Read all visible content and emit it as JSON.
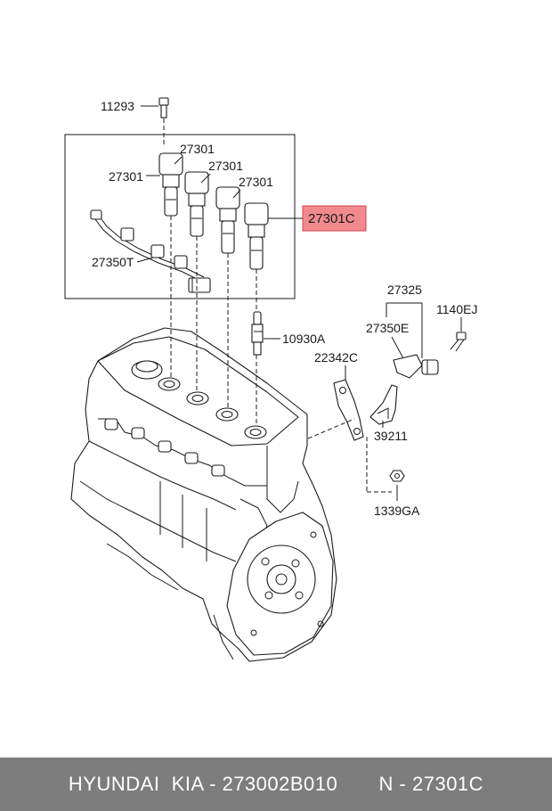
{
  "labels": {
    "l11293": "11293",
    "l27301_a": "27301",
    "l27301_b": "27301",
    "l27301_c": "27301",
    "l27301_d": "27301",
    "l27301C": "27301C",
    "l27350T": "27350T",
    "l10930A": "10930A",
    "l27325": "27325",
    "l27350E": "27350E",
    "l1140EJ": "1140EJ",
    "l22342C": "22342C",
    "l39211": "39211",
    "l1339GA": "1339GA"
  },
  "footer": {
    "brand": "HYUNDAI  KIA - 273002B010",
    "ref": "N - 27301C"
  },
  "colors": {
    "highlight_fill": "#f08a8f",
    "highlight_border": "#d9454e",
    "footer_bg": "#7d7d7d",
    "footer_text": "#ffffff"
  }
}
